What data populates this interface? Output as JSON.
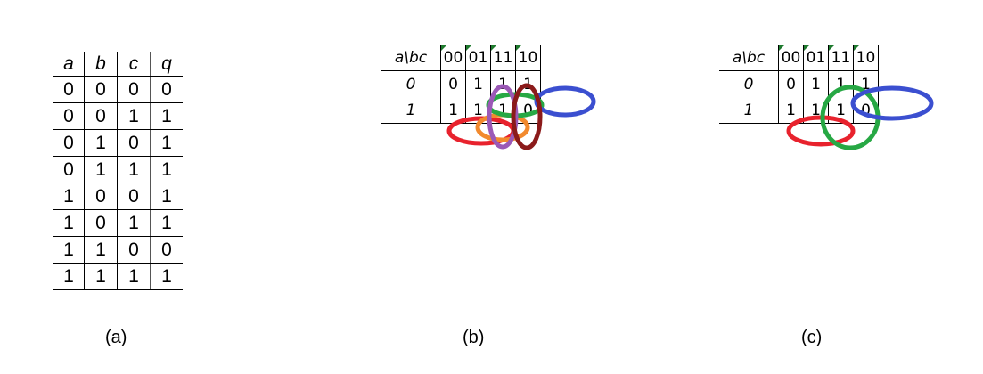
{
  "truth_table": {
    "headers": [
      "a",
      "b",
      "c",
      "q"
    ],
    "rows": [
      [
        "0",
        "0",
        "0",
        "0"
      ],
      [
        "0",
        "0",
        "1",
        "1"
      ],
      [
        "0",
        "1",
        "0",
        "1"
      ],
      [
        "0",
        "1",
        "1",
        "1"
      ],
      [
        "1",
        "0",
        "0",
        "1"
      ],
      [
        "1",
        "0",
        "1",
        "1"
      ],
      [
        "1",
        "1",
        "0",
        "0"
      ],
      [
        "1",
        "1",
        "1",
        "1"
      ]
    ]
  },
  "kmap_b": {
    "corner": "a\\bc",
    "cols": [
      "00",
      "01",
      "11",
      "10"
    ],
    "rows": [
      {
        "label": "0",
        "cells": [
          "0",
          "1",
          "1",
          "1"
        ]
      },
      {
        "label": "1",
        "cells": [
          "1",
          "1",
          "1",
          "0"
        ]
      }
    ],
    "loops": [
      {
        "color": "#e8222d",
        "name": "red"
      },
      {
        "color": "#f28a2e",
        "name": "orange"
      },
      {
        "color": "#9b59b6",
        "name": "purple"
      },
      {
        "color": "#8b1a1a",
        "name": "dark-red"
      },
      {
        "color": "#27a844",
        "name": "green"
      },
      {
        "color": "#3b4fd0",
        "name": "blue"
      }
    ]
  },
  "kmap_c": {
    "corner": "a\\bc",
    "cols": [
      "00",
      "01",
      "11",
      "10"
    ],
    "rows": [
      {
        "label": "0",
        "cells": [
          "0",
          "1",
          "1",
          "1"
        ]
      },
      {
        "label": "1",
        "cells": [
          "1",
          "1",
          "1",
          "0"
        ]
      }
    ],
    "loops": [
      {
        "color": "#e8222d",
        "name": "red"
      },
      {
        "color": "#27a844",
        "name": "green"
      },
      {
        "color": "#3b4fd0",
        "name": "blue"
      }
    ]
  },
  "captions": {
    "a": "(a)",
    "b": "(b)",
    "c": "(c)"
  }
}
